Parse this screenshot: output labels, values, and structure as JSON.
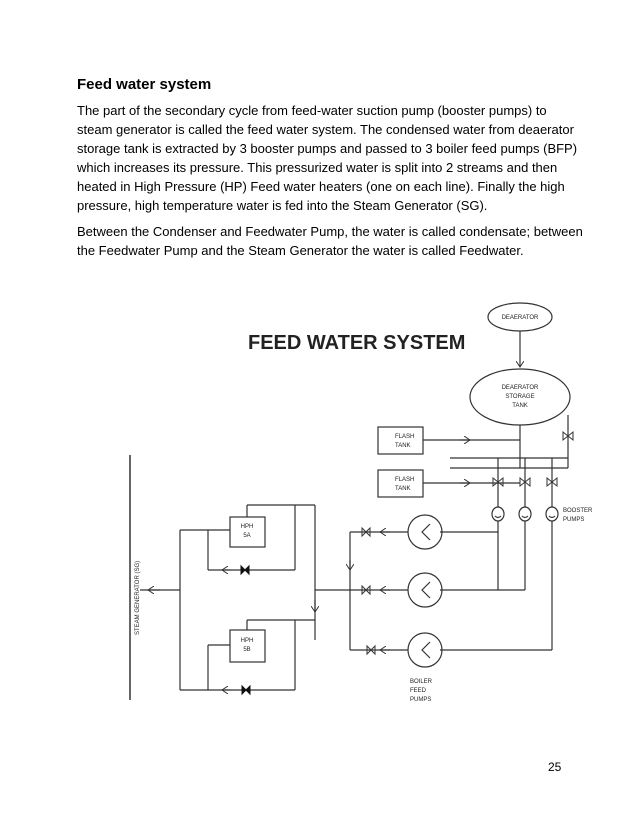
{
  "document": {
    "heading": "Feed water system",
    "paragraph1_lines": [
      "The part of the secondary cycle from feed-water suction pump (booster pumps) to",
      "steam generator is called the feed water system. The condensed water from deaerator",
      "storage tank is extracted by 3 booster pumps and passed to 3 boiler feed pumps (BFP)",
      "which increases its pressure. This pressurized water is split into 2 streams and then",
      "heated in High Pressure (HP) Feed water heaters (one on each line). Finally the high",
      "pressure, high temperature water is fed into the Steam Generator (SG)."
    ],
    "paragraph2_lines": [
      "Between the Condenser and Feedwater Pump, the water is called condensate; between",
      "the Feedwater Pump and the Steam Generator the water is called Feedwater."
    ],
    "page_number": "25"
  },
  "diagram": {
    "title": "FEED WATER SYSTEM",
    "deaerator": "DEAERATOR",
    "storage_tank": [
      "DEAERATOR",
      "STORAGE",
      "TANK"
    ],
    "flash_tank_1": [
      "FLASH",
      "TANK"
    ],
    "flash_tank_2": [
      "FLASH",
      "TANK"
    ],
    "booster_pumps": [
      "BOOSTER",
      "PUMPS"
    ],
    "boiler_feed_pumps": [
      "BOILER",
      "FEED",
      "PUMPS"
    ],
    "hph_5a": [
      "HPH",
      "5A"
    ],
    "hph_5b": [
      "HPH",
      "5B"
    ],
    "steam_generator": "STEAM GENERATOR (SG)"
  }
}
